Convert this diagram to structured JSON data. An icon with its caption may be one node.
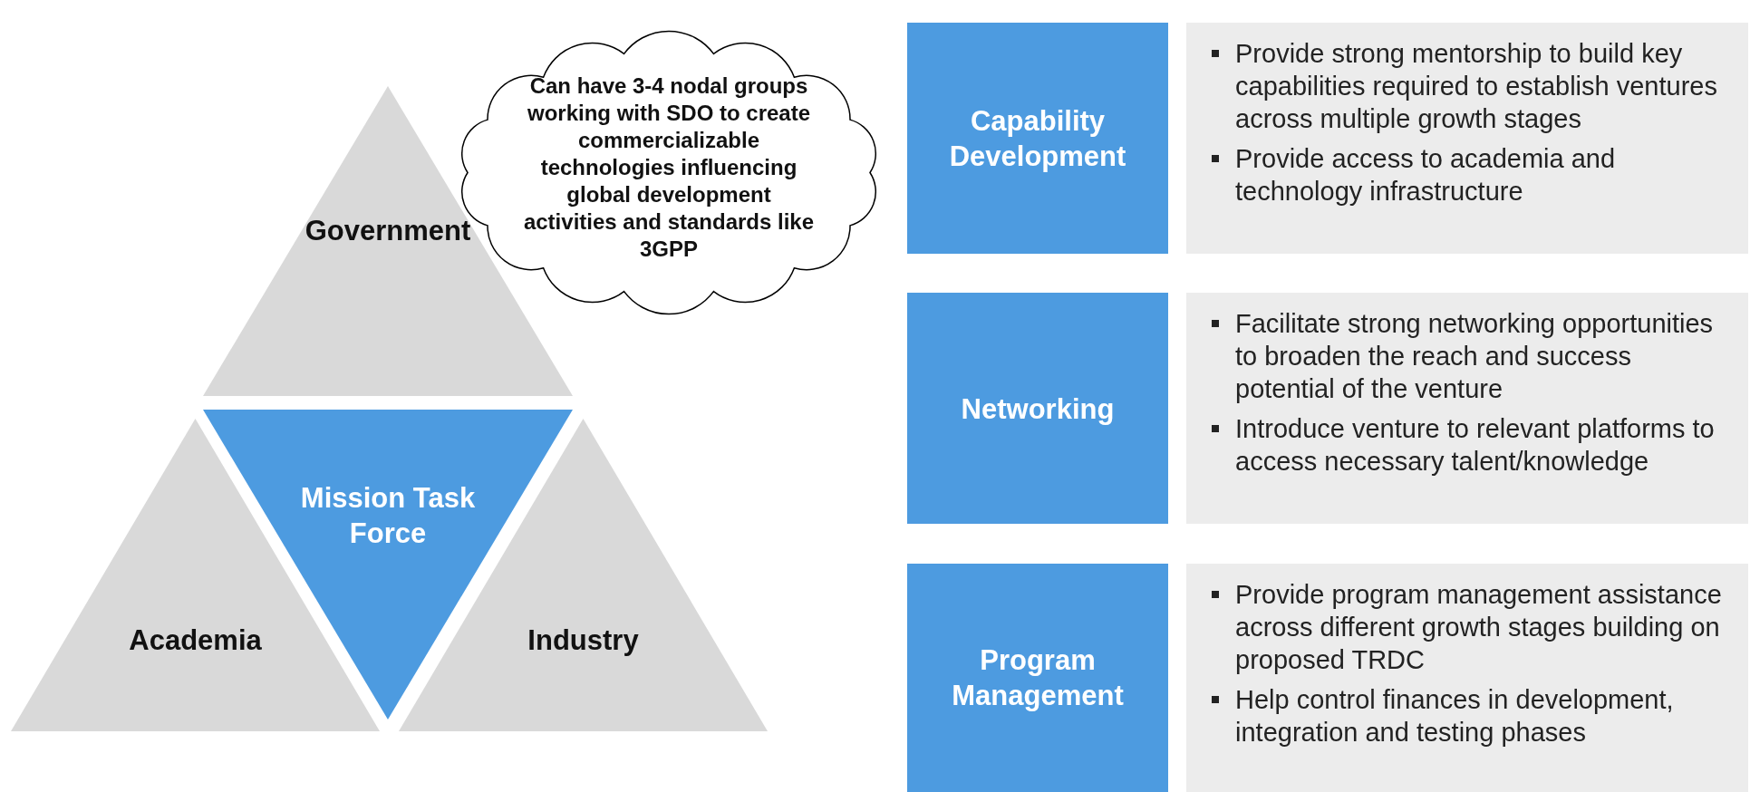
{
  "diagram": {
    "nodes": [
      {
        "text": [
          "Government"
        ]
      },
      {
        "text": [
          "Academia"
        ]
      },
      {
        "text": [
          "Mission Task Force"
        ]
      },
      {
        "text": [
          "Industry"
        ]
      },
      {
        "text": [
          "Can have 3-4 nodal groups working with SDO to create commercializable technologies influencing global development activities and standards like 3GPP"
        ]
      },
      {
        "text": [
          "Capability Development"
        ]
      },
      {
        "text": [
          "Provide strong mentorship to build key capabilities required to establish ventures across multiple growth stages",
          "Provide access to academia and technology infrastructure"
        ]
      },
      {
        "text": [
          "Networking"
        ]
      },
      {
        "text": [
          "Facilitate strong networking opportunities to broaden the reach and success potential of the venture",
          "Introduce venture to relevant platforms to access necessary talent/knowledge"
        ]
      },
      {
        "text": [
          "Program Management"
        ]
      },
      {
        "text": [
          "Provide program management assistance across different growth stages building on proposed TRDC",
          "Help control finances in development, integration and testing phases"
        ]
      }
    ]
  }
}
